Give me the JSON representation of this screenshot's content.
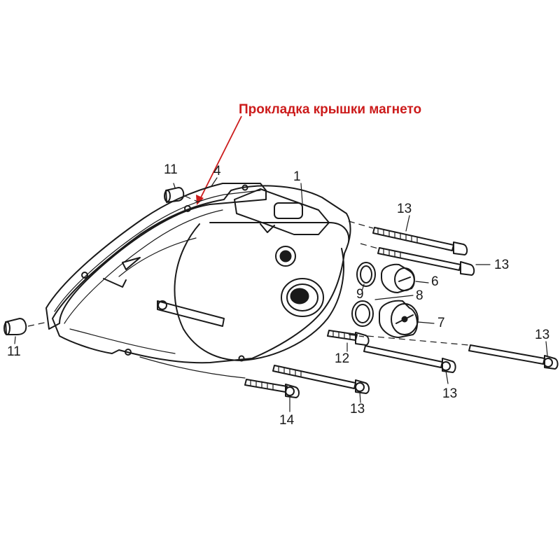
{
  "caption": {
    "text": "Прокладка крышки магнето",
    "color": "#cc1b1b"
  },
  "callouts": {
    "part_1": "1",
    "part_4": "4",
    "part_6": "6",
    "part_7": "7",
    "part_8": "8",
    "part_9": "9",
    "part_11_top": "11",
    "part_11_left": "11",
    "part_12": "12",
    "part_13_a": "13",
    "part_13_b": "13",
    "part_13_c": "13",
    "part_13_d": "13",
    "part_13_e": "13",
    "part_14": "14"
  }
}
